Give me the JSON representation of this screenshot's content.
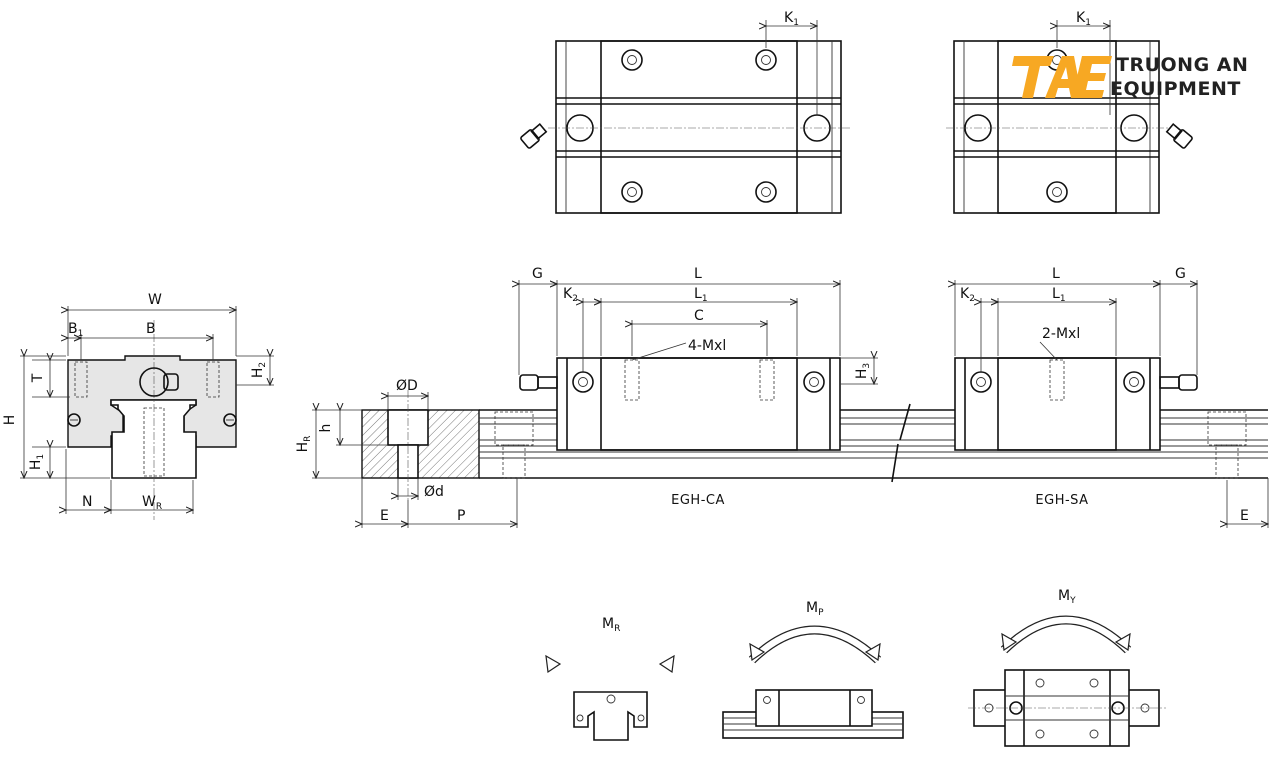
{
  "logo": {
    "mark": "TAE",
    "line1": "TRUONG AN",
    "line2": "EQUIPMENT",
    "color": "#f7a823"
  },
  "labels": {
    "W": "W",
    "B": "B",
    "B1": "B",
    "B1_sub": "1",
    "H": "H",
    "H1": "H",
    "H1_sub": "1",
    "H2": "H",
    "H2_sub": "2",
    "T": "T",
    "N": "N",
    "WR": "W",
    "WR_sub": "R",
    "HR": "H",
    "HR_sub": "R",
    "h": "h",
    "phiD": "ØD",
    "phid": "Ød",
    "E": "E",
    "P": "P",
    "G": "G",
    "L": "L",
    "L1": "L",
    "L1_sub": "1",
    "K1": "K",
    "K1_sub": "1",
    "K2": "K",
    "K2_sub": "2",
    "C": "C",
    "H3": "H",
    "H3_sub": "3",
    "holes_4": "4-Mxl",
    "holes_2": "2-Mxl",
    "MR": "M",
    "MR_sub": "R",
    "MP": "M",
    "MP_sub": "P",
    "MY": "M",
    "MY_sub": "Y"
  },
  "models": {
    "ca": "EGH-CA",
    "sa": "EGH-SA"
  },
  "colors": {
    "line": "#111111",
    "hatch": "#777777",
    "body_fill": "#e6e6e6"
  }
}
